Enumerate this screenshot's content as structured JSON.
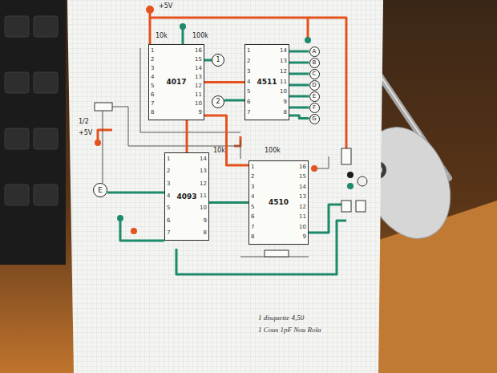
{
  "diagram": {
    "nodes": [
      {
        "text": [
          "4017"
        ]
      },
      {
        "text": [
          "1"
        ]
      },
      {
        "text": [
          "2"
        ]
      },
      {
        "text": [
          "4511"
        ]
      },
      {
        "text": [
          "A"
        ]
      },
      {
        "text": [
          "B"
        ]
      },
      {
        "text": [
          "C"
        ]
      },
      {
        "text": [
          "D"
        ]
      },
      {
        "text": [
          "E"
        ]
      },
      {
        "text": [
          "F"
        ]
      },
      {
        "text": [
          "G"
        ]
      },
      {
        "text": [
          "4093"
        ]
      },
      {
        "text": [
          "4510"
        ]
      },
      {
        "text": [
          "E"
        ]
      }
    ],
    "edges": [
      {
        "from": 0,
        "to": 3,
        "arrow": "none"
      },
      {
        "from": 0,
        "to": 1,
        "arrow": "none"
      },
      {
        "from": 2,
        "to": 3,
        "arrow": "none"
      },
      {
        "from": 3,
        "to": 4,
        "arrow": "none"
      },
      {
        "from": 3,
        "to": 5,
        "arrow": "none"
      },
      {
        "from": 3,
        "to": 6,
        "arrow": "none"
      },
      {
        "from": 3,
        "to": 7,
        "arrow": "none"
      },
      {
        "from": 3,
        "to": 8,
        "arrow": "none"
      },
      {
        "from": 3,
        "to": 9,
        "arrow": "none"
      },
      {
        "from": 3,
        "to": 10,
        "arrow": "none"
      },
      {
        "from": 13,
        "to": 11,
        "arrow": "none"
      },
      {
        "from": 11,
        "to": 12,
        "arrow": "none"
      },
      {
        "from": 12,
        "to": 0,
        "arrow": "none"
      },
      {
        "from": 0,
        "to": 11,
        "arrow": "none"
      }
    ],
    "labels": [
      "+5V",
      "10k",
      "100k",
      "1/2",
      "+5V",
      "10k",
      "100k",
      "1 disquette 4,50",
      "1 Cous 1pF Nou Rola",
      "1",
      "2",
      "3",
      "4",
      "5",
      "6",
      "7",
      "8",
      "16",
      "15",
      "14",
      "13",
      "12",
      "11",
      "10",
      "9",
      "1",
      "2",
      "3",
      "4",
      "5",
      "6",
      "7",
      "14",
      "13",
      "12",
      "11",
      "10",
      "9",
      "8",
      "1",
      "2",
      "3",
      "4",
      "5",
      "6",
      "7",
      "14",
      "13",
      "12",
      "11",
      "10",
      "9",
      "8",
      "1",
      "2",
      "3",
      "4",
      "5",
      "6",
      "7",
      "8",
      "16",
      "15",
      "14",
      "13",
      "12",
      "11",
      "10",
      "9"
    ]
  }
}
